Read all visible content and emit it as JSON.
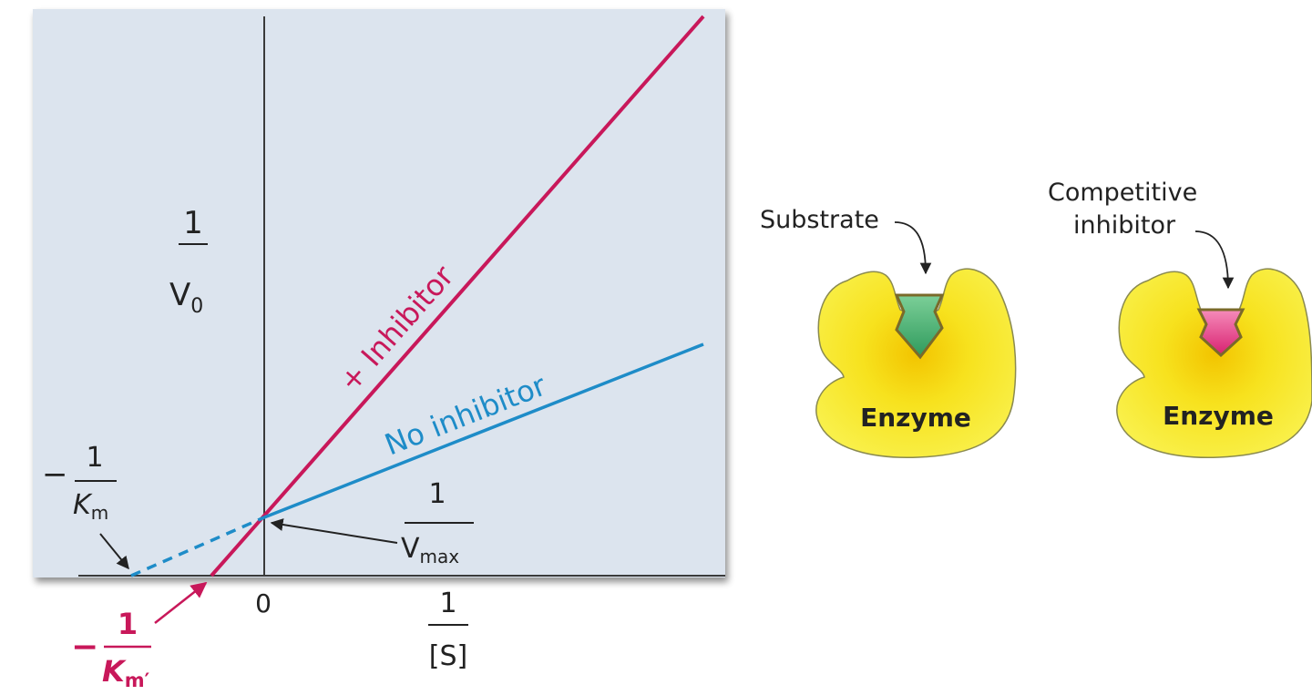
{
  "colors": {
    "panel": "#dce4ee",
    "panel_shadow": "#9aa0a8",
    "axis": "#3a3a3a",
    "inhibitor": "#c8185a",
    "no_inhibitor": "#1e8cc8",
    "label_dark": "#222222",
    "enzyme_fill": "#f7ea2a",
    "enzyme_core": "#f2c400",
    "substrate_green": "#3aa86a",
    "inhibitor_pink": "#e2367f"
  },
  "graph": {
    "y_axis_label": {
      "numerator": "1",
      "denominator": "V",
      "denominator_sub": "0"
    },
    "x_axis_label": {
      "numerator": "1",
      "denominator": "[S]"
    },
    "origin_label": "0",
    "line_inhibitor_label": "+ Inhibitor",
    "line_no_inhibitor_label": "No inhibitor",
    "neg_inv_km": {
      "sign": "−",
      "numerator": "1",
      "denominator": "K",
      "denominator_sub": "m"
    },
    "neg_inv_km_prime": {
      "sign": "−",
      "numerator": "1",
      "denominator": "K",
      "denominator_sub": "m′"
    },
    "inv_vmax": {
      "numerator": "1",
      "denominator": "V",
      "denominator_sub": "max"
    }
  },
  "enzymes": {
    "left": {
      "callout": "Substrate",
      "body_label": "Enzyme",
      "ligand": "substrate"
    },
    "right": {
      "callout_line1": "Competitive",
      "callout_line2": "inhibitor",
      "body_label": "Enzyme",
      "ligand": "inhibitor"
    }
  }
}
